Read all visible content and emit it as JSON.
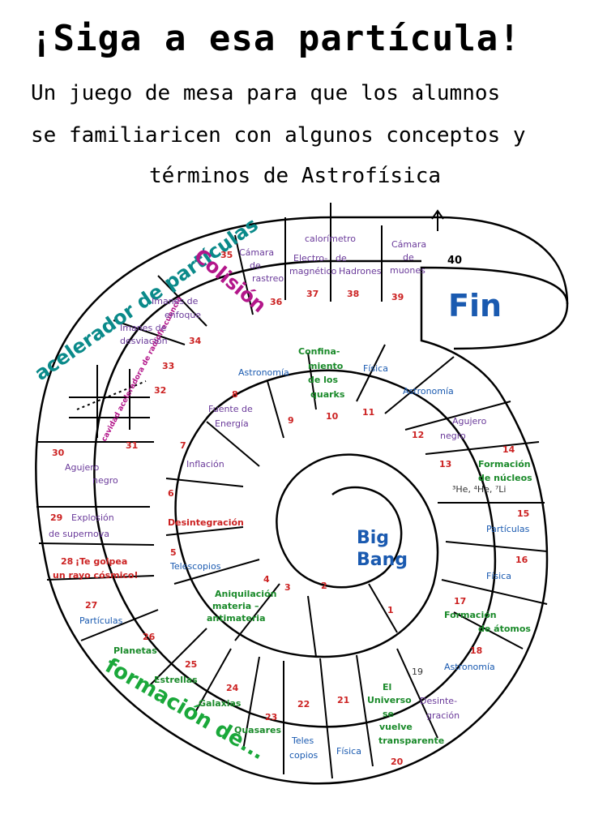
{
  "header": {
    "title": "¡Siga a esa partícula!",
    "subtitle_line1": "Un juego de mesa para que los alumnos",
    "subtitle_line2": "se familiaricen con algunos conceptos y",
    "subtitle_line3": "términos de Astrofísica"
  },
  "board": {
    "labels": {
      "acelerador": "acelerador de partículas",
      "colision": "Colisión",
      "formacion": "formación de...",
      "cavidad": "cavidad aceleradora de radiofrecuencia",
      "fin": "Fin",
      "big": "Big",
      "bang": "Bang"
    },
    "squares": {
      "s1": {
        "n": "1",
        "t": ""
      },
      "s2": {
        "n": "2",
        "t": ""
      },
      "s3": {
        "n": "3",
        "t": ""
      },
      "s4": {
        "n": "4",
        "t": "Aniquilación"
      },
      "s4b": {
        "t": "materia –"
      },
      "s4c": {
        "t": "antimateria"
      },
      "s5": {
        "n": "5",
        "t": "Telescopios"
      },
      "s6": {
        "n": "6",
        "t": ""
      },
      "s6d": {
        "t": "Desintegración"
      },
      "s7": {
        "n": "7",
        "t": "Inflación"
      },
      "s8": {
        "n": "8",
        "t": "Fuente de"
      },
      "s8b": {
        "t": "Energía"
      },
      "s9": {
        "n": "9",
        "t": ""
      },
      "s10": {
        "n": "10",
        "t": "Confina-"
      },
      "s10b": {
        "t": "miento"
      },
      "s10c": {
        "t": "de los"
      },
      "s10d": {
        "t": "quarks"
      },
      "s11": {
        "n": "11",
        "t": "Física"
      },
      "s12": {
        "n": "12",
        "t": "Astronomía"
      },
      "s13": {
        "n": "13",
        "t": "Formación"
      },
      "s13b": {
        "t": "de núcleos"
      },
      "s13c": {
        "t": "³He, ⁴He, ⁷Li"
      },
      "s14": {
        "n": "14",
        "t": "Agujero"
      },
      "s14b": {
        "t": "negro"
      },
      "s15": {
        "n": "15",
        "t": "Partículas"
      },
      "s16": {
        "n": "16",
        "t": "Física"
      },
      "s17": {
        "n": "17",
        "t": "Formación"
      },
      "s17b": {
        "t": "de átomos"
      },
      "s18": {
        "n": "18",
        "t": "Astronomía"
      },
      "s19": {
        "n": "19",
        "t": "Desinte-"
      },
      "s19b": {
        "t": "gración"
      },
      "s20": {
        "n": "20",
        "t": "El"
      },
      "s20b": {
        "t": "Universo"
      },
      "s20c": {
        "t": "se"
      },
      "s20d": {
        "t": "vuelve"
      },
      "s20e": {
        "t": "transparente"
      },
      "s21": {
        "n": "21",
        "t": "Física"
      },
      "s22": {
        "n": "22",
        "t": "Teles"
      },
      "s22b": {
        "t": "copios"
      },
      "s23": {
        "n": "23",
        "t": "Quasares"
      },
      "s24": {
        "n": "24",
        "t": "Galaxias"
      },
      "s25": {
        "n": "25",
        "t": "Estrellas"
      },
      "s26": {
        "n": "26",
        "t": "Planetas"
      },
      "s27": {
        "n": "27",
        "t": "Partículas"
      },
      "s28": {
        "n": "28",
        "t": "¡Te golpea"
      },
      "s28b": {
        "t": "un rayo cósmico!"
      },
      "s29": {
        "n": "29",
        "t": "Explosión"
      },
      "s29b": {
        "t": "de supernova"
      },
      "s30": {
        "n": "30",
        "t": "Agujero"
      },
      "s30b": {
        "t": "negro"
      },
      "s31": {
        "n": "31",
        "t": ""
      },
      "s32": {
        "n": "32",
        "t": ""
      },
      "s33": {
        "n": "33",
        "t": "Astronomía"
      },
      "s34": {
        "n": "34",
        "t": "Imanes de"
      },
      "s34b": {
        "t": "desviación"
      },
      "s35": {
        "n": "35",
        "t": "Imanes de"
      },
      "s35b": {
        "t": "enfoque"
      },
      "s36": {
        "n": "36",
        "t": "Cámara"
      },
      "s36b": {
        "t": "de"
      },
      "s36c": {
        "t": "rastreo"
      },
      "s37": {
        "n": "37",
        "t": "Electro-"
      },
      "s37b": {
        "t": "magnético"
      },
      "s37c": {
        "t": "calorímetro"
      },
      "s38": {
        "n": "38",
        "t": "de"
      },
      "s38b": {
        "t": "Hadrones"
      },
      "s39": {
        "n": "39",
        "t": "Cámara"
      },
      "s39b": {
        "t": "de"
      },
      "s39c": {
        "t": "muones"
      },
      "s40": {
        "n": "40",
        "t": ""
      }
    }
  }
}
